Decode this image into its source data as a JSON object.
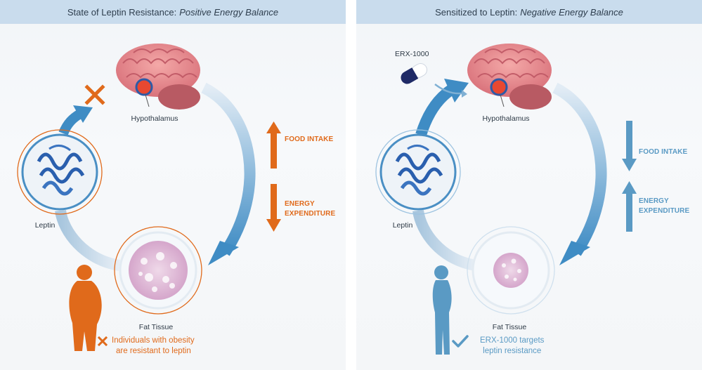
{
  "left_panel": {
    "title_prefix": "State of Leptin Resistance:",
    "title_emphasis": "Positive Energy Balance",
    "hypothalamus_label": "Hypothalamus",
    "leptin_label": "Leptin",
    "fat_tissue_label": "Fat Tissue",
    "food_intake_label": "FOOD INTAKE",
    "energy_label_line1": "ENERGY",
    "energy_label_line2": "EXPENDITURE",
    "note_line1": "Individuals with obesity",
    "note_line2": "are resistant to leptin"
  },
  "right_panel": {
    "title_prefix": "Sensitized to Leptin:",
    "title_emphasis": "Negative Energy Balance",
    "drug_label": "ERX-1000",
    "hypothalamus_label": "Hypothalamus",
    "leptin_label": "Leptin",
    "fat_tissue_label": "Fat Tissue",
    "food_intake_label": "FOOD INTAKE",
    "energy_label_line1": "ENERGY",
    "energy_label_line2": "EXPENDITURE",
    "note_line1": "ERX-1000 targets",
    "note_line2": "leptin resistance"
  },
  "colors": {
    "accent_orange": "#e06a1b",
    "accent_blue": "#5a9ac4",
    "header_bg": "#c9dced"
  }
}
